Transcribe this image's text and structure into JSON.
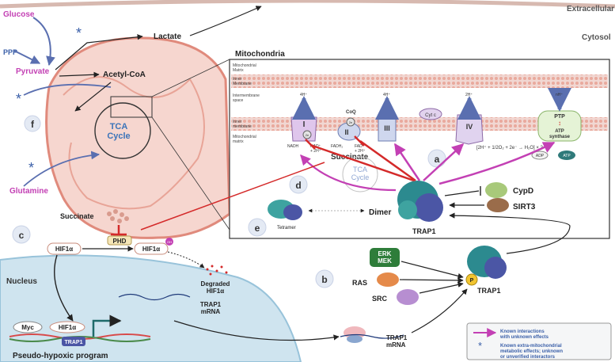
{
  "regions": {
    "extracellular": "Extracellular\nSpace",
    "cytosol": "Cytosol",
    "mitochondria": "Mitochondria",
    "nucleus": "Nucleus"
  },
  "metabolites": {
    "glucose": "Glucose",
    "ppp": "PPP",
    "pyruvate": "Pyruvate",
    "lactate": "Lactate",
    "acetyl_coa": "Acetyl-CoA",
    "tca_cycle": "TCA\nCycle",
    "glutamine": "Glutamine",
    "succinate": "Succinate",
    "succinate_inset": "Succinate",
    "tca_cycle_inset": "TCA\nCycle"
  },
  "inset": {
    "matrix_label": "Mitochondrial\nMatrix",
    "inner_membrane": "Inner\nMembrane",
    "intermembrane": "Intermembrane\nspace",
    "inner_membrane_2": "Inner\nmembrane",
    "mito_matrix_2": "Mitochondrial\nmatrix",
    "complex_1": "I",
    "complex_2": "II",
    "complex_3": "III",
    "complex_4": "IV",
    "coq": "CoQ",
    "cyt_c": "Cyt c",
    "ptp": "PTP",
    "atp_synthase": "ATP\nsynthase",
    "nadh": "NADH",
    "nad": "NAD⁺\n+ 2H⁺",
    "fadh2": "FADH₂",
    "fad": "FAD\n+ 2H⁺",
    "adp": "ADP",
    "atp": "ATP",
    "o2_eq": "[2H⁺ + 1/2O₂ + 2e⁻ → H₂O] × 2",
    "h_4_1": "4H⁺",
    "h_4_3": "4H⁺",
    "h_2_4": "2H⁺",
    "h_n": "nH⁺",
    "e_label": "2e"
  },
  "proteins": {
    "cypd": "CypD",
    "sirt3": "SIRT3",
    "dimer": "Dimer",
    "trap1_inset": "TRAP1",
    "tetramer": "Tetramer",
    "phd": "PHD",
    "hif1a": "HIF1α",
    "hif1a_oh": "HIF1α",
    "oh": "OH",
    "degraded": "Degraded\nHIF1α",
    "trap1_mrna_nuc": "TRAP1\nmRNA",
    "trap1_mrna_cyt": "TRAP1\nmRNA",
    "myc": "Myc",
    "hif1a_nuc": "HIF1α",
    "trap1_gene": "TRAP1",
    "erk_mek": "ERK\nMEK",
    "ras": "RAS",
    "src": "SRC",
    "p": "P",
    "trap1_cyt": "TRAP1",
    "pseudo_hypoxic": "Pseudo-hypoxic program"
  },
  "panels": {
    "a": "a",
    "b": "b",
    "c": "c",
    "d": "d",
    "e": "e",
    "f": "f"
  },
  "legend": {
    "known_interactions": "Known interactions\nwith unknown effects",
    "known_extra": "Known extra-mitochondrial\nmetabolic effects; unknown\nor unverified interactors"
  },
  "colors": {
    "purple": "#c340b4",
    "red": "#d42a2a",
    "blue_star": "#3a5fa8",
    "membrane_red": "#e7a69b",
    "mito_fill": "#f6d6cf"
  }
}
